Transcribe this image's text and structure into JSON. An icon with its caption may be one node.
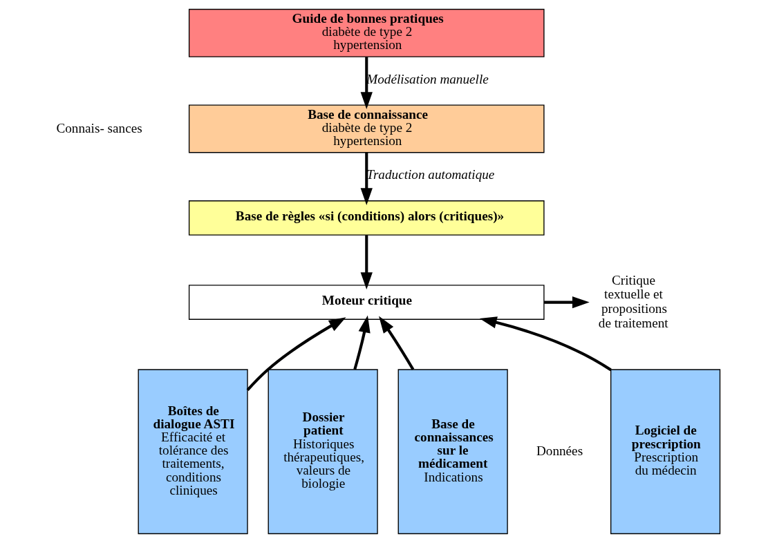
{
  "diagram": {
    "nodes": [
      {
        "text": [
          "Guide de bonnes pratiques",
          "diabète de type 2",
          "hypertension"
        ]
      },
      {
        "text": [
          "Base de connaissance",
          "diabète de type 2",
          "hypertension"
        ]
      },
      {
        "text": [
          "Base de règles «si (conditions) alors (critiques)»"
        ]
      },
      {
        "text": [
          "Moteur critique"
        ]
      },
      {
        "text": [
          "Critique textuelle et propositions de traitement"
        ]
      },
      {
        "text": [
          "Boîtes de dialogue ASTI",
          "Efficacité et tolérance des traitements, conditions cliniques"
        ]
      },
      {
        "text": [
          "Dossier patient",
          "Historiques thérapeutiques, valeurs de biologie"
        ]
      },
      {
        "text": [
          "Base de connaissances sur le médicament",
          "Indications"
        ]
      },
      {
        "text": [
          "Logiciel de prescription",
          "Prescription du médecin"
        ]
      }
    ],
    "edges": [
      {
        "from": 0,
        "to": 1,
        "arrow": "to",
        "label": "Modélisation manuelle"
      },
      {
        "from": 1,
        "to": 2,
        "arrow": "to",
        "label": "Traduction automatique"
      },
      {
        "from": 2,
        "to": 3,
        "arrow": "to"
      },
      {
        "from": 3,
        "to": 4,
        "arrow": "to"
      },
      {
        "from": 5,
        "to": 3,
        "arrow": "to"
      },
      {
        "from": 6,
        "to": 3,
        "arrow": "to"
      },
      {
        "from": 7,
        "to": 3,
        "arrow": "to"
      },
      {
        "from": 8,
        "to": 3,
        "arrow": "to"
      }
    ],
    "labels": [
      "Connais- sances",
      "Données"
    ]
  }
}
